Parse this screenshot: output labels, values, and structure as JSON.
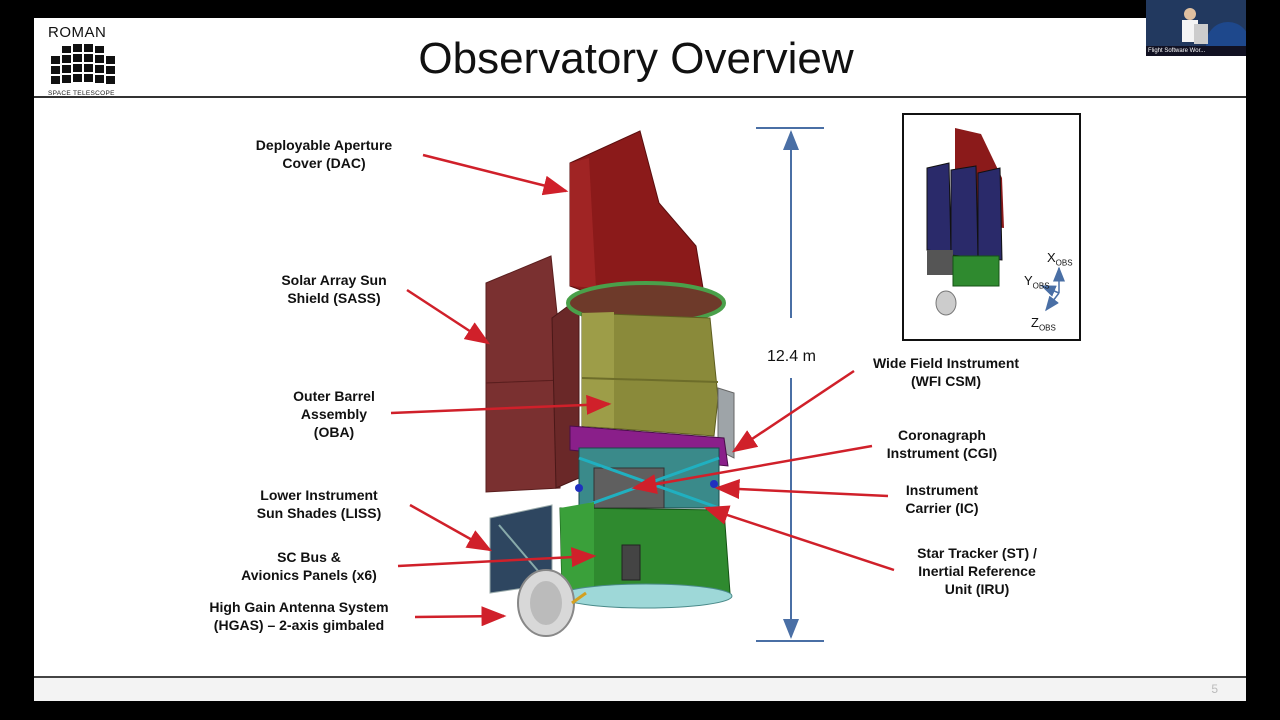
{
  "slide": {
    "title": "Observatory Overview",
    "logo": {
      "word": "ROMAN",
      "sub": "SPACE TELESCOPE"
    },
    "page_number": "5",
    "dimension": "12.4 m"
  },
  "labels": {
    "dac": [
      "Deployable Aperture",
      "Cover (DAC)"
    ],
    "sass": [
      "Solar Array Sun",
      "Shield (SASS)"
    ],
    "oba": [
      "Outer Barrel",
      "Assembly",
      "(OBA)"
    ],
    "liss": [
      "Lower Instrument",
      "Sun Shades (LISS)"
    ],
    "scbus": [
      "SC Bus &",
      "Avionics Panels (x6)"
    ],
    "hgas": [
      "High Gain Antenna System",
      "(HGAS) – 2-axis gimbaled"
    ],
    "wfi": [
      "Wide Field Instrument",
      "(WFI CSM)"
    ],
    "cgi": [
      "Coronagraph",
      "Instrument (CGI)"
    ],
    "ic": [
      "Instrument",
      "Carrier (IC)"
    ],
    "st": [
      "Star Tracker (ST) /",
      "Inertial Reference",
      "Unit (IRU)"
    ]
  },
  "axes": {
    "x": "X",
    "x_sub": "OBS",
    "y": "Y",
    "y_sub": "OBS",
    "z": "Z",
    "z_sub": "OBS"
  },
  "video": {
    "caption": "Flight Software Wor..."
  },
  "colors": {
    "arrow": "#d0202a",
    "dimension_line": "#4a6fa5",
    "dac": "#8b1a1a",
    "solar_panel": "#7a3030",
    "barrel": "#8a8a3a",
    "bus": "#2f8a2f"
  }
}
